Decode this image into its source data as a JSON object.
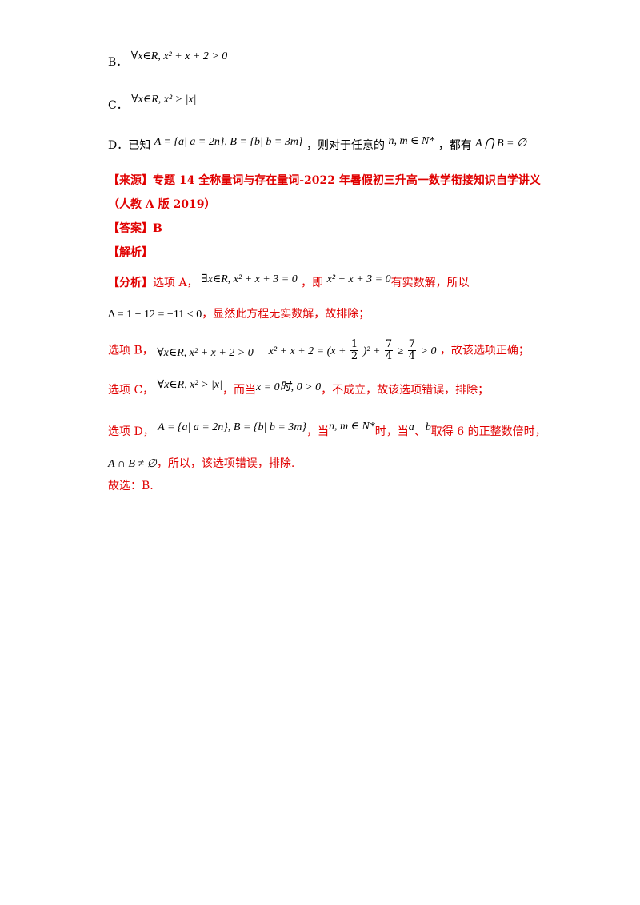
{
  "optB": {
    "label": "B．",
    "math": "∀x∈R, x² + x + 2 > 0"
  },
  "optC": {
    "label": "C．",
    "math": "∀x∈R, x² > |x|"
  },
  "optD": {
    "label": "D．已知",
    "math1": "A = {a| a = 2n}, B = {b| b = 3m}",
    "text1": "，则对于任意的",
    "math2": "n, m ∈ N*",
    "text2": "，都有",
    "math3": "A ⋂ B = ∅"
  },
  "source": {
    "line1": "【来源】专题 14  全称量词与存在量词-2022 年暑假初三升高一数学衔接知识自学讲义",
    "line2": "（人教 A 版 2019）"
  },
  "answer": {
    "label": "【答案】",
    "value": "B"
  },
  "analysis_label": "【解析】",
  "analysis": {
    "a_prefix": "【分析】",
    "a_text1": "选项 A，",
    "a_math1": "∃x∈R, x² + x + 3 = 0",
    "a_text2": "，即",
    "a_math2": "x² + x + 3 = 0",
    "a_text3": "有实数解，所以",
    "delta_math": "Δ = 1 − 12 = −11 < 0",
    "delta_text": "，显然此方程无实数解，故排除；",
    "b_text1": "选项 B，",
    "b_math1": "∀x∈R, x² + x + 2 > 0",
    "b_math2a": "x² + x + 2 = (x +",
    "b_frac1_num": "1",
    "b_frac1_den": "2",
    "b_math2b": ")² +",
    "b_frac2_num": "7",
    "b_frac2_den": "4",
    "b_math2c": "≥",
    "b_frac3_num": "7",
    "b_frac3_den": "4",
    "b_math2d": "> 0",
    "b_text2": "，故该选项正确；",
    "c_text1": "选项 C，",
    "c_math1": "∀x∈R, x² > |x|",
    "c_text2": "，而当",
    "c_math2": "x = 0时, 0 > 0",
    "c_text3": "，不成立，故该选项错误，排除；",
    "d_text1": "选项 D，",
    "d_math1": "A = {a| a = 2n}, B = {b| b = 3m}",
    "d_text2": "，当",
    "d_math2": "n, m ∈ N*",
    "d_text3": "时，当",
    "d_math3": "a",
    "d_text4": "、",
    "d_math4": "b",
    "d_text5": "取得 6 的正整数倍时，",
    "e_math1": "A ∩ B ≠ ∅",
    "e_text1": "，所以，该选项错误，排除.",
    "conclusion": "故选：B."
  }
}
